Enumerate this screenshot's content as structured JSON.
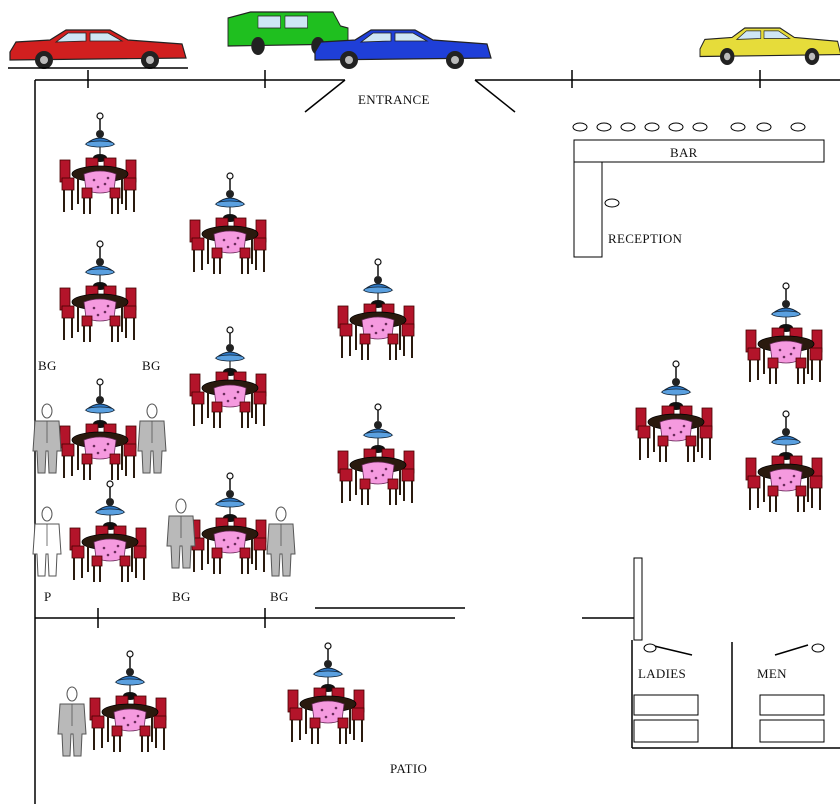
{
  "labels": {
    "entrance": "ENTRANCE",
    "bar": "BAR",
    "reception": "RECEPTION",
    "ladies": "LADIES",
    "men": "MEN",
    "patio": "PATIO",
    "bg": "BG",
    "p": "P"
  },
  "cars": [
    {
      "name": "red-car",
      "color": "#d11f1f"
    },
    {
      "name": "green-car",
      "color": "#1fbf1f"
    },
    {
      "name": "blue-car",
      "color": "#1f3fd8"
    },
    {
      "name": "yellow-car",
      "color": "#e6dc3a"
    }
  ],
  "colors": {
    "chair": "#b3142a",
    "tablecloth": "#f59adf",
    "lamp": "#2f79c6",
    "guard_suit": "#b9b9b9",
    "patron_suit": "#ffffff",
    "wall": "#000000"
  },
  "icons": [
    "table-set-icon",
    "security-guard-icon",
    "patron-icon",
    "car-icon",
    "bar-stool-icon"
  ]
}
